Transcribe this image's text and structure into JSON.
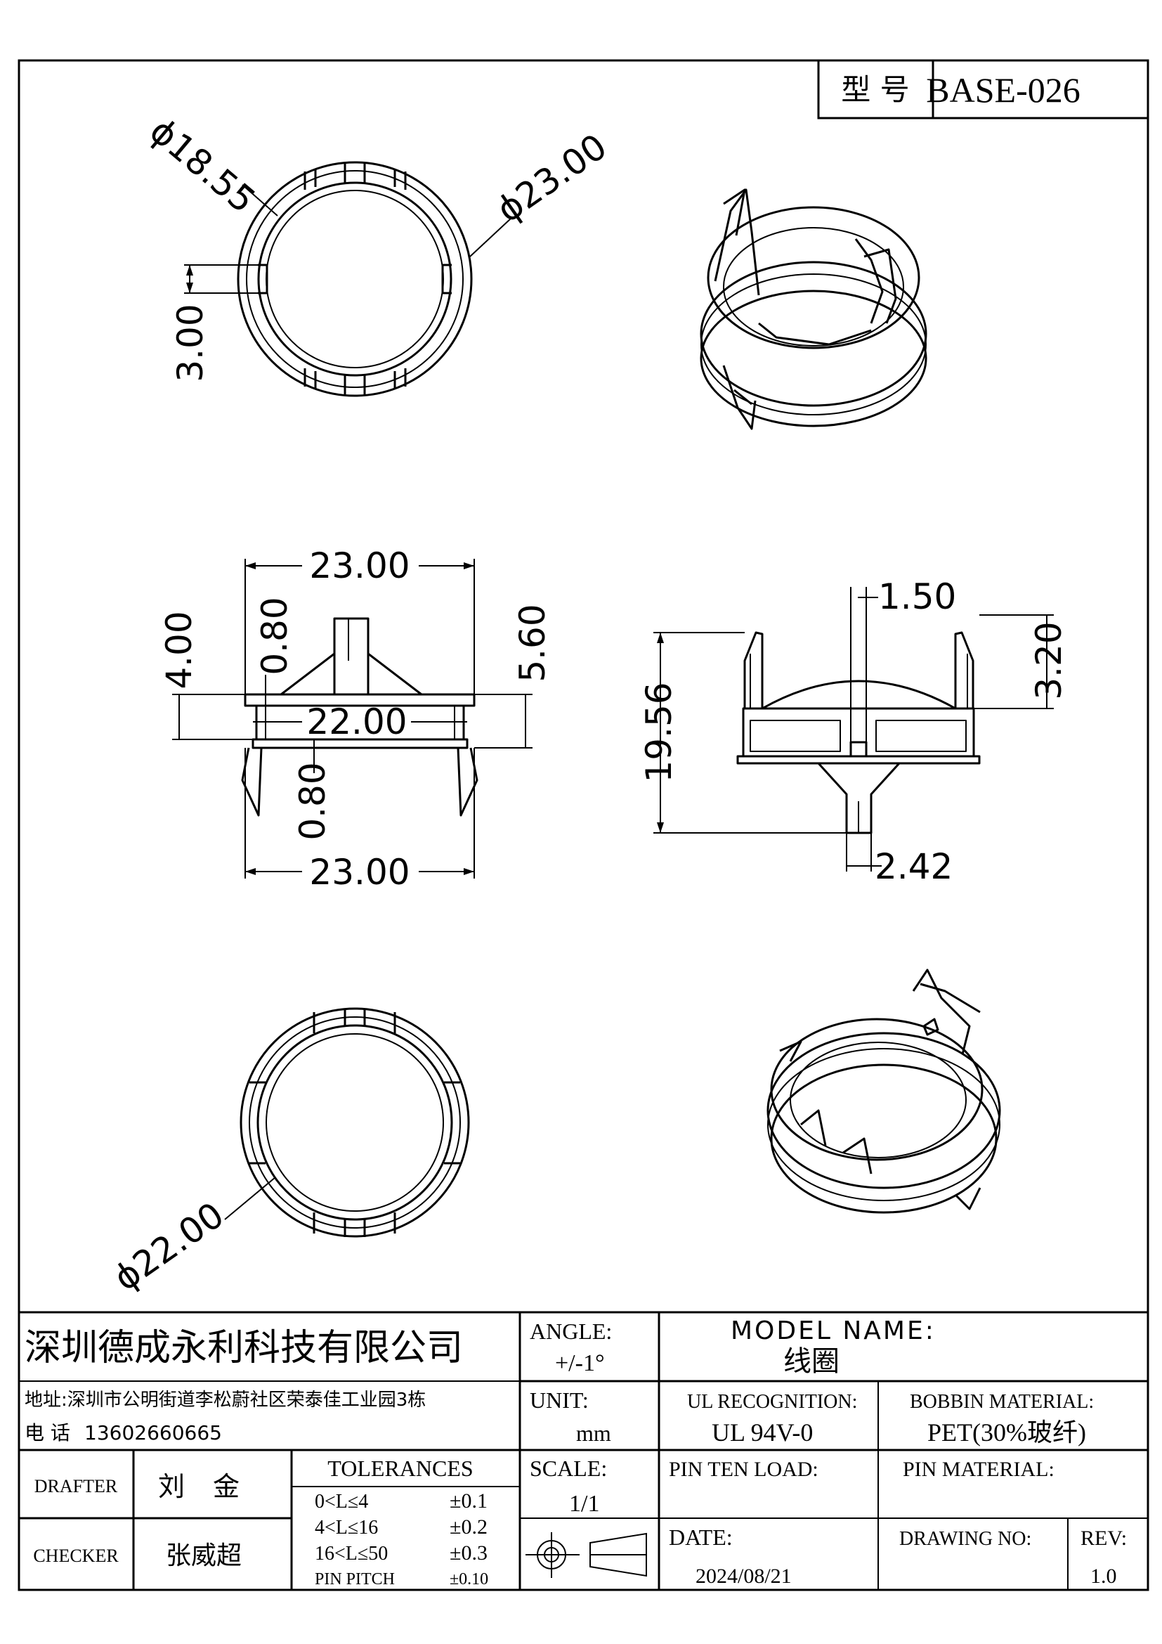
{
  "title_block": {
    "model_label": "型 号",
    "model_value": "BASE-026",
    "company": "深圳德成永利科技有限公司",
    "address": "地址:深圳市公明街道李松蔚社区荣泰佳工业园3栋",
    "phone_label": "电 话",
    "phone": "13602660665",
    "angle_label": "ANGLE:",
    "angle_value": "+/-1°",
    "model_name_label": "MODEL NAME:",
    "model_name_value": "线圈",
    "unit_label": "UNIT:",
    "unit_value": "mm",
    "ul_label": "UL RECOGNITION:",
    "ul_value": "UL 94V-0",
    "bobbin_label": "BOBBIN MATERIAL:",
    "bobbin_value": "PET(30%玻纤)",
    "drafter_label": "DRAFTER",
    "drafter_value": "刘 金",
    "checker_label": "CHECKER",
    "checker_value": "张威超",
    "tolerances_label": "TOLERANCES",
    "tolerances": [
      {
        "range": "0<L≤4",
        "value": "±0.1"
      },
      {
        "range": "4<L≤16",
        "value": "±0.2"
      },
      {
        "range": "16<L≤50",
        "value": "±0.3"
      },
      {
        "range": "PIN PITCH",
        "value": "±0.10"
      }
    ],
    "scale_label": "SCALE:",
    "scale_value": "1/1",
    "pin_ten_load_label": "PIN TEN LOAD:",
    "pin_material_label": "PIN MATERIAL:",
    "date_label": "DATE:",
    "date_value": "2024/08/21",
    "drawing_no_label": "DRAWING NO:",
    "rev_label": "REV:",
    "rev_value": "1.0"
  },
  "dimensions": {
    "top_inner_dia": "ϕ18.55",
    "top_outer_dia": "ϕ23.00",
    "top_slot": "3.00",
    "front_top_width": "23.00",
    "front_mid_width": "22.00",
    "front_bottom_width": "23.00",
    "front_pin_height": "4.00",
    "front_flange_top": "0.80",
    "front_flange_bottom": "0.80",
    "front_total": "5.60",
    "side_pin_width": "1.50",
    "side_height": "19.56",
    "side_tab": "3.20",
    "side_bottom_pin": "2.42",
    "bottom_dia": "ϕ22.00"
  }
}
